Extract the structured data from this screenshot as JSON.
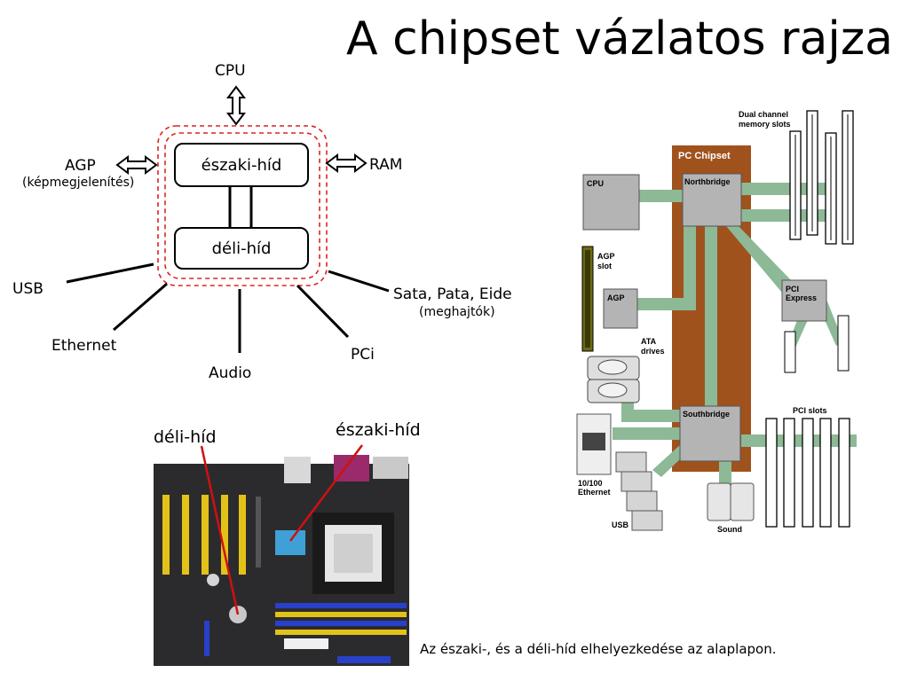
{
  "title": "A chipset vázlatos rajza",
  "schematic": {
    "northbridge": "északi-híd",
    "southbridge": "déli-híd",
    "cpu": "CPU",
    "agp": "AGP",
    "agp_sub": "(képmegjelenítés)",
    "ram": "RAM",
    "usb": "USB",
    "ethernet": "Ethernet",
    "audio": "Audio",
    "pci": "PCi",
    "sata": "Sata, Pata, Eide",
    "sata_sub": "(meghajtók)"
  },
  "photo": {
    "label_south": "déli-híd",
    "label_north": "északi-híd",
    "caption": "Az északi-, és a déli-híd elhelyezkedése az alaplapon."
  },
  "pc_diagram": {
    "dual_channel_1": "Dual channel",
    "dual_channel_2": "memory slots",
    "pc_chipset": "PC Chipset",
    "cpu": "CPU",
    "northbridge": "Northbridge",
    "agp_slot_1": "AGP",
    "agp_slot_2": "slot",
    "agp": "AGP",
    "pci_express_1": "PCI",
    "pci_express_2": "Express",
    "ata_1": "ATA",
    "ata_2": "drives",
    "southbridge": "Southbridge",
    "pci_slots": "PCI slots",
    "ethernet_1": "10/100",
    "ethernet_2": "Ethernet",
    "usb": "USB",
    "sound": "Sound"
  },
  "colors": {
    "chipset": "#a0521d",
    "bus": "#8db996",
    "chip": "#b4b4b4",
    "dashed": "#e02020",
    "pointer": "#d01010"
  }
}
